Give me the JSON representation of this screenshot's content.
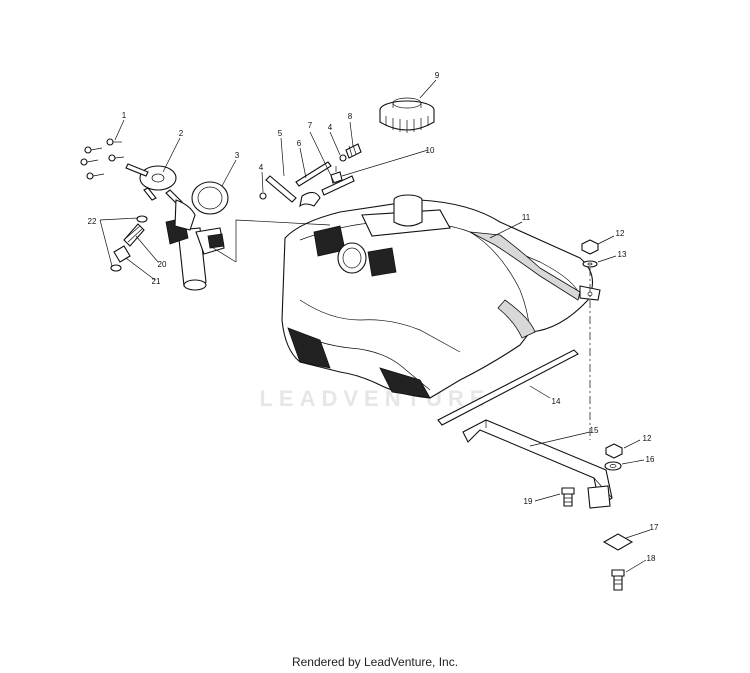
{
  "watermark": "LEADVENTURE",
  "footer": "Rendered by LeadVenture, Inc.",
  "callouts": [
    "1",
    "2",
    "3",
    "4",
    "5",
    "6",
    "7",
    "4",
    "8",
    "9",
    "10",
    "11",
    "12",
    "13",
    "14",
    "15",
    "12",
    "16",
    "17",
    "18",
    "19",
    "20",
    "21",
    "22"
  ]
}
